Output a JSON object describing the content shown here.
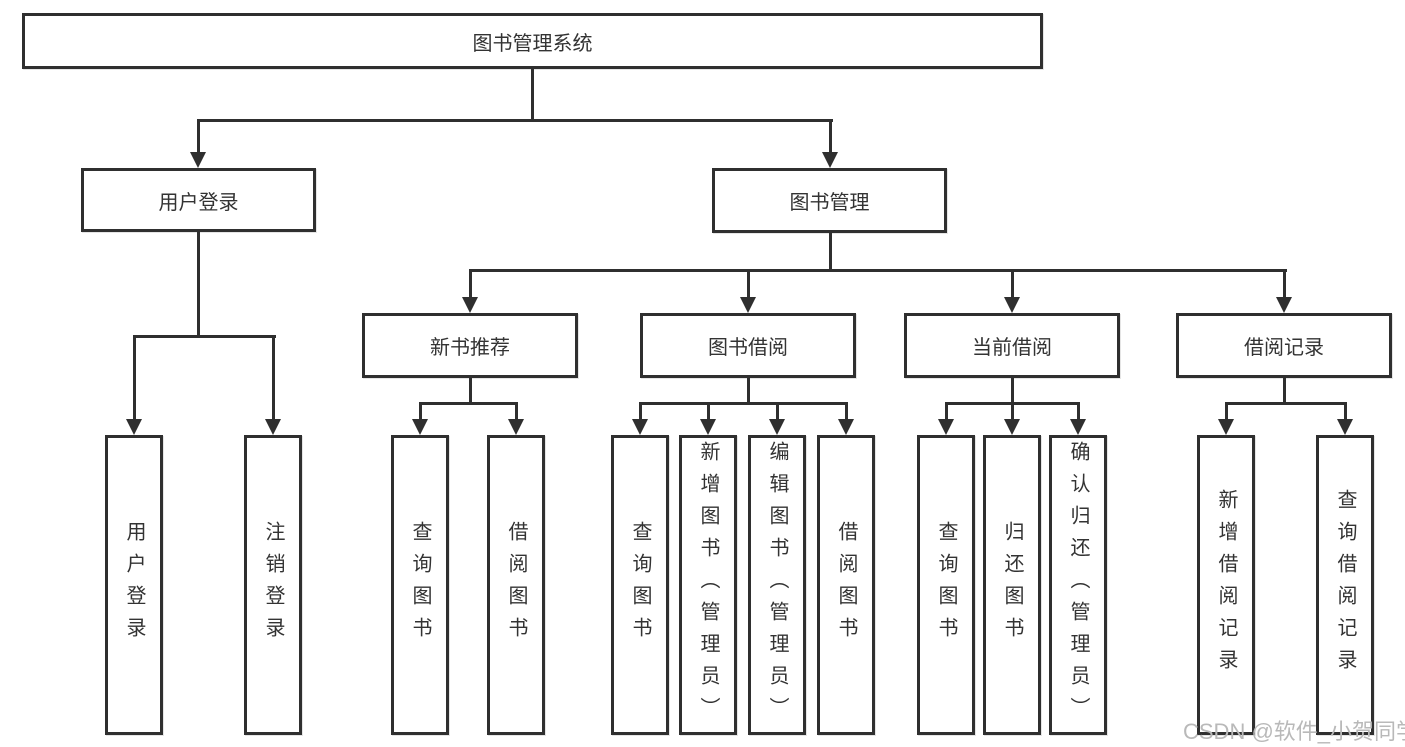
{
  "nodes": {
    "root": "图书管理系统",
    "user_login": "用户登录",
    "book_mgmt": "图书管理",
    "new_book_rec": "新书推荐",
    "book_borrow": "图书借阅",
    "current_borrow": "当前借阅",
    "borrow_records": "借阅记录",
    "leaf_user_login": "用户登录",
    "leaf_logout": "注销登录",
    "leaf_nb_query": "查询图书",
    "leaf_nb_borrow": "借阅图书",
    "leaf_bb_query": "查询图书",
    "leaf_bb_add": "新增图书（管理员）",
    "leaf_bb_edit": "编辑图书（管理员）",
    "leaf_bb_borrow": "借阅图书",
    "leaf_cb_query": "查询图书",
    "leaf_cb_return": "归还图书",
    "leaf_cb_confirm": "确认归还（管理员）",
    "leaf_br_add": "新增借阅记录",
    "leaf_br_query": "查询借阅记录"
  },
  "hierarchy": {
    "图书管理系统": [
      "用户登录",
      "图书管理"
    ],
    "用户登录": [
      "用户登录",
      "注销登录"
    ],
    "图书管理": [
      "新书推荐",
      "图书借阅",
      "当前借阅",
      "借阅记录"
    ],
    "新书推荐": [
      "查询图书",
      "借阅图书"
    ],
    "图书借阅": [
      "查询图书",
      "新增图书（管理员）",
      "编辑图书（管理员）",
      "借阅图书"
    ],
    "当前借阅": [
      "查询图书",
      "归还图书",
      "确认归还（管理员）"
    ],
    "借阅记录": [
      "新增借阅记录",
      "查询借阅记录"
    ]
  },
  "watermark": {
    "text": "CSDN @软件_小贺同学"
  },
  "colors": {
    "line": "#2f2f2f",
    "background": "#ffffff",
    "text": "#333333",
    "watermark": "#b9b9b9"
  }
}
